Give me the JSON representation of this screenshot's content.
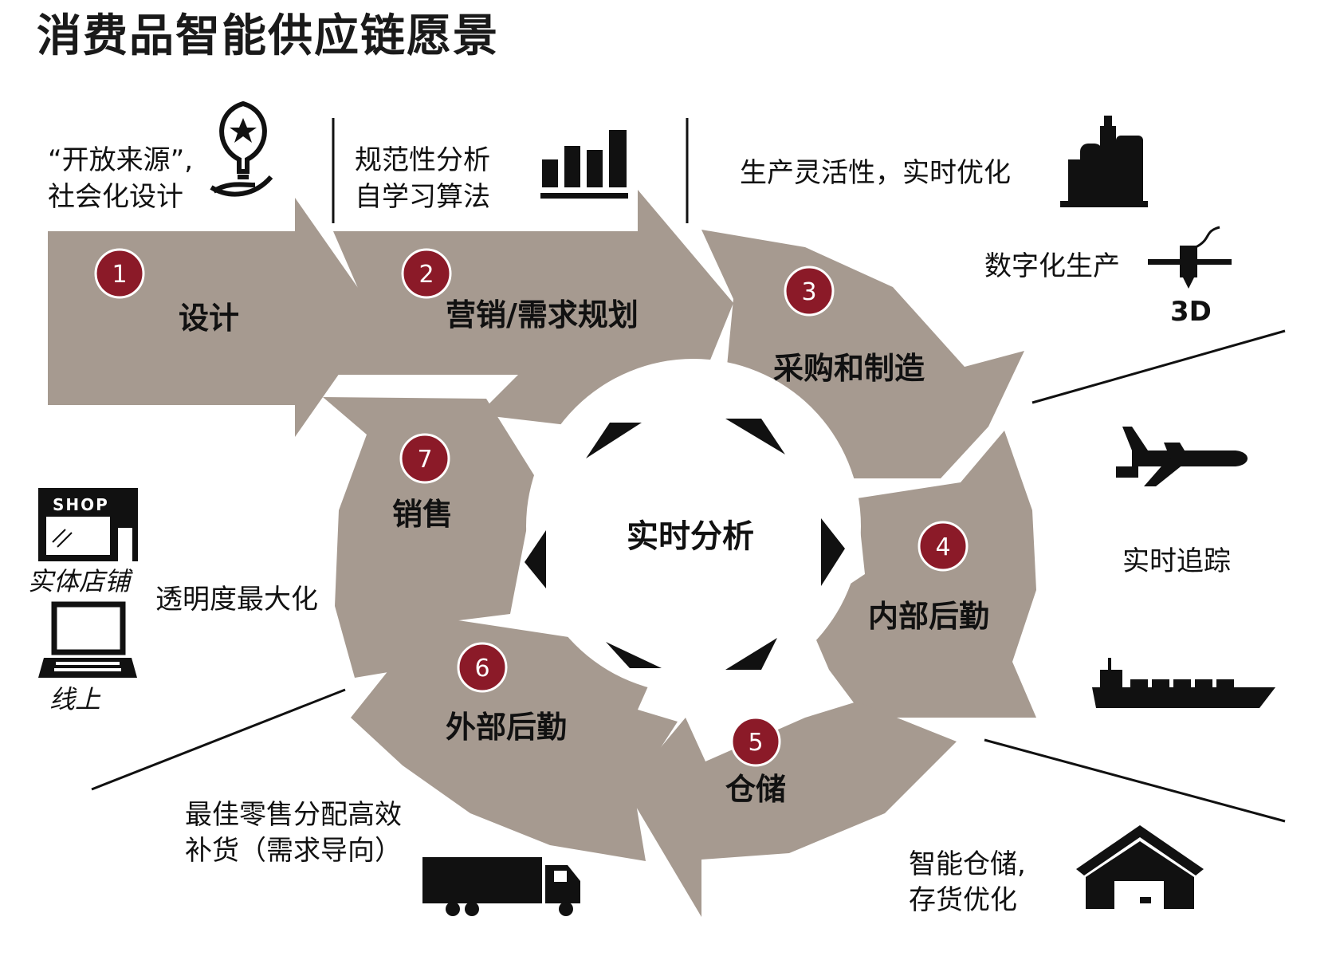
{
  "title": "消费品智能供应链愿景",
  "center_label": "实时分析",
  "stages": [
    {
      "num": "1",
      "label": "设计"
    },
    {
      "num": "2",
      "label": "营销/需求规划"
    },
    {
      "num": "3",
      "label": "采购和制造"
    },
    {
      "num": "4",
      "label": "内部后勤"
    },
    {
      "num": "5",
      "label": "仓储"
    },
    {
      "num": "6",
      "label": "外部后勤"
    },
    {
      "num": "7",
      "label": "销售"
    }
  ],
  "annotations": {
    "open_source": [
      "“开放来源”,",
      "社会化设计"
    ],
    "analytics": [
      "规范性分析",
      "自学习算法"
    ],
    "production_flex": "生产灵活性，实时优化",
    "digital_production": "数字化生产",
    "realtime_tracking": "实时追踪",
    "smart_storage": [
      "智能仓储,",
      "存货优化"
    ],
    "replenishment": [
      "最佳零售分配高效",
      "补货（需求导向）"
    ],
    "transparency": "透明度最大化",
    "physical_store": "实体店铺",
    "online": "线上",
    "shop_sign": "SHOP",
    "print_3d": "3D"
  },
  "colors": {
    "arrow_fill": "#a69a90",
    "badge_fill": "#8b1a28",
    "icon_black": "#111111"
  },
  "icons": [
    "lightbulb-hand-icon",
    "bar-chart-icon",
    "factory-icon",
    "3d-printer-icon",
    "airplane-icon",
    "ship-icon",
    "warehouse-icon",
    "truck-icon",
    "shop-icon",
    "laptop-icon"
  ]
}
